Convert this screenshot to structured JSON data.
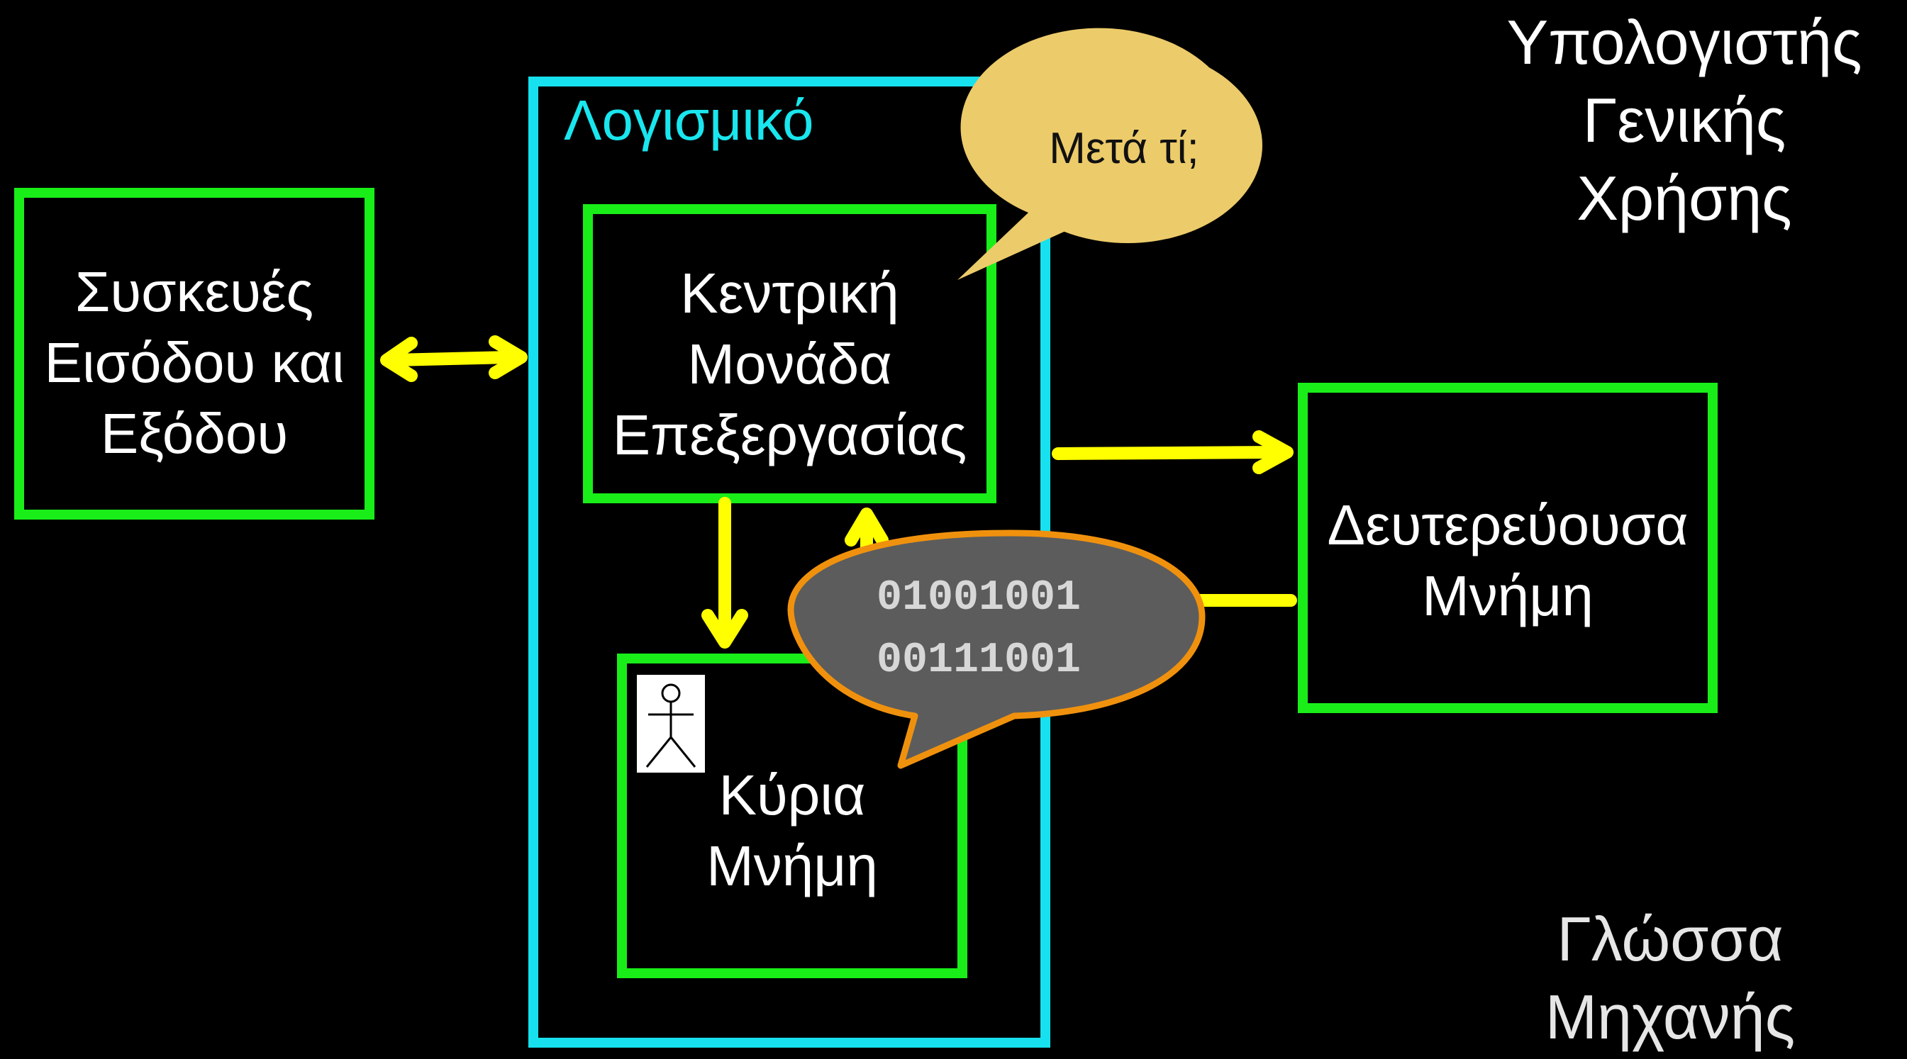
{
  "title": {
    "lines": [
      "Υπολογιστής",
      "Γενικής",
      "Χρήσης"
    ]
  },
  "subtitle": {
    "lines": [
      "Γλώσσα",
      "Μηχανής"
    ]
  },
  "software_label": "Λογισμικό",
  "io_devices": {
    "lines": [
      "Συσκευές",
      "Εισόδου και",
      "Εξόδου"
    ]
  },
  "cpu": {
    "lines": [
      "Κεντρική",
      "Μονάδα",
      "Επεξεργασίας"
    ]
  },
  "main_memory": {
    "lines": [
      "Κύρια",
      "Μνήμη"
    ]
  },
  "secondary_memory": {
    "lines": [
      "Δευτερεύουσα",
      "Μνήμη"
    ]
  },
  "speech_bubble": {
    "text": "Μετά τί;"
  },
  "binary_bubble": {
    "lines": [
      "01001001",
      "00111001"
    ]
  },
  "icons": {
    "person": "person-icon"
  },
  "colors": {
    "background": "#000000",
    "box_border": "#19ee19",
    "software_border": "#17e1ee",
    "arrow": "#ffff00",
    "speech_fill": "#eccb6a",
    "binary_fill": "#5c5c5c",
    "binary_outline": "#f0910e"
  }
}
